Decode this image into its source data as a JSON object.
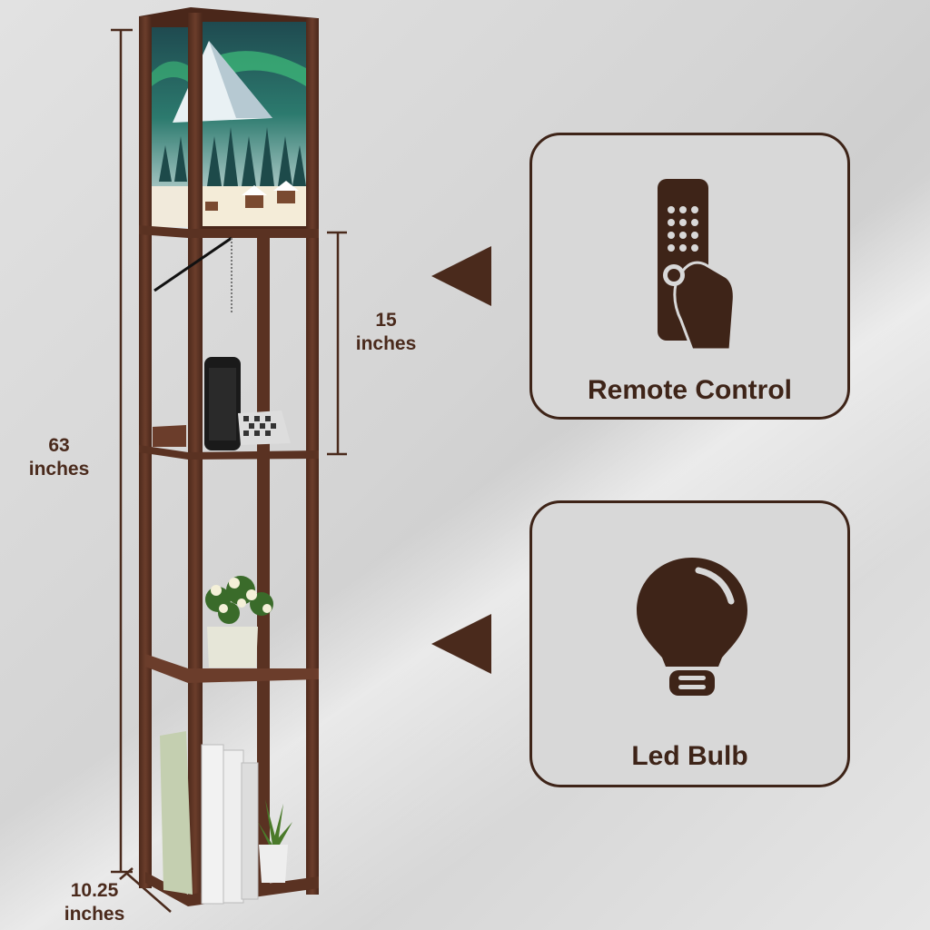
{
  "dimensions": {
    "height_value": "63",
    "height_unit": "inches",
    "shelf_value": "15",
    "shelf_unit": "inches",
    "width_value": "10.25",
    "width_unit": "inches"
  },
  "features": [
    {
      "label": "Remote Control",
      "icon": "remote-control-icon"
    },
    {
      "label": "Led Bulb",
      "icon": "light-bulb-icon"
    }
  ],
  "colors": {
    "brand_brown": "#4a2a1c",
    "wood": "#5c3424",
    "card_bg": "#d8d8d8"
  }
}
